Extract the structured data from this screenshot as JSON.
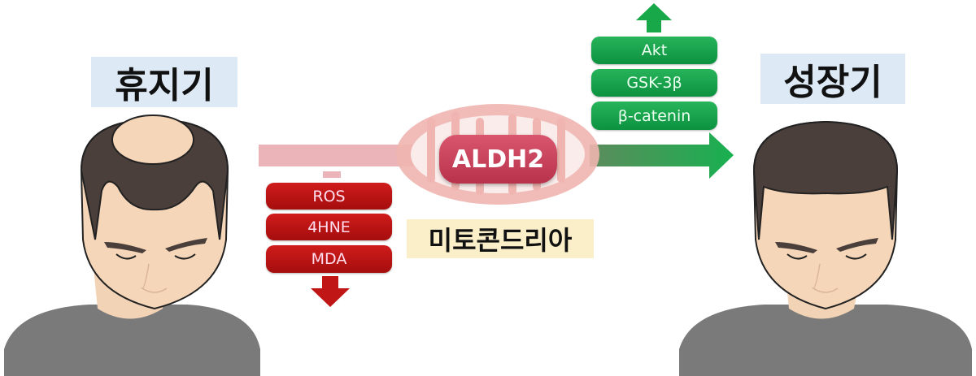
{
  "left_stage": {
    "title": "휴지기"
  },
  "right_stage": {
    "title": "성장기"
  },
  "decreased_markers": [
    "ROS",
    "4HNE",
    "MDA"
  ],
  "increased_markers": [
    "Akt",
    "GSK-3β",
    "β-catenin"
  ],
  "enzyme": "ALDH2",
  "organelle_label": "미토콘드리아",
  "colors": {
    "red": "#b81414",
    "green": "#16a34a",
    "label_blue": "#dde9f5",
    "label_yellow": "#fbefc9",
    "aldh2": "#c9435a"
  }
}
